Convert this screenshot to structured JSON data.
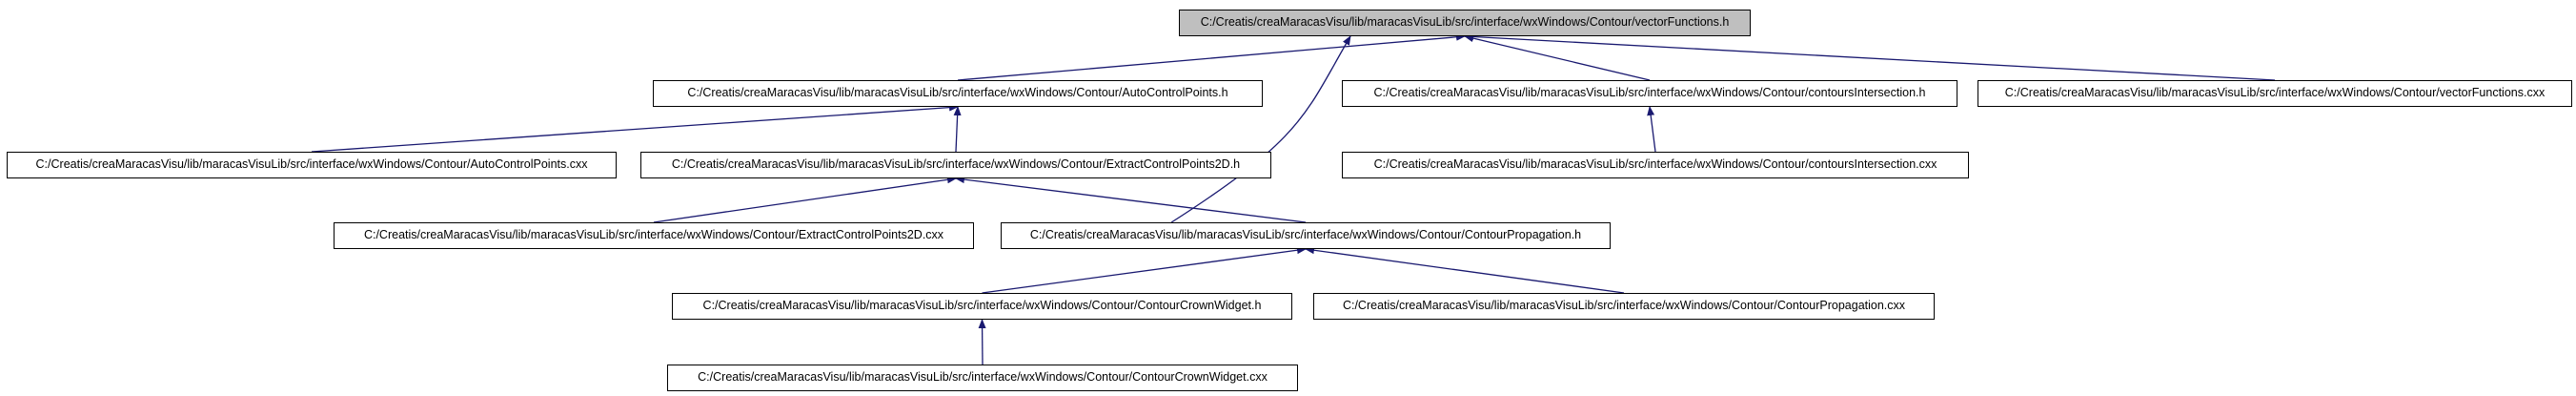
{
  "diagram": {
    "edge_color": "#191970",
    "focus_fill": "#bfbfbf",
    "nodes": {
      "vectorFunctions_h": "C:/Creatis/creaMaracasVisu/lib/maracasVisuLib/src/interface/wxWindows/Contour/vectorFunctions.h",
      "AutoControlPoints_h": "C:/Creatis/creaMaracasVisu/lib/maracasVisuLib/src/interface/wxWindows/Contour/AutoControlPoints.h",
      "contoursIntersection_h": "C:/Creatis/creaMaracasVisu/lib/maracasVisuLib/src/interface/wxWindows/Contour/contoursIntersection.h",
      "vectorFunctions_cxx": "C:/Creatis/creaMaracasVisu/lib/maracasVisuLib/src/interface/wxWindows/Contour/vectorFunctions.cxx",
      "AutoControlPoints_cxx": "C:/Creatis/creaMaracasVisu/lib/maracasVisuLib/src/interface/wxWindows/Contour/AutoControlPoints.cxx",
      "ExtractControlPoints2D_h": "C:/Creatis/creaMaracasVisu/lib/maracasVisuLib/src/interface/wxWindows/Contour/ExtractControlPoints2D.h",
      "contoursIntersection_cxx": "C:/Creatis/creaMaracasVisu/lib/maracasVisuLib/src/interface/wxWindows/Contour/contoursIntersection.cxx",
      "ExtractControlPoints2D_cxx": "C:/Creatis/creaMaracasVisu/lib/maracasVisuLib/src/interface/wxWindows/Contour/ExtractControlPoints2D.cxx",
      "ContourPropagation_h": "C:/Creatis/creaMaracasVisu/lib/maracasVisuLib/src/interface/wxWindows/Contour/ContourPropagation.h",
      "ContourCrownWidget_h": "C:/Creatis/creaMaracasVisu/lib/maracasVisuLib/src/interface/wxWindows/Contour/ContourCrownWidget.h",
      "ContourPropagation_cxx": "C:/Creatis/creaMaracasVisu/lib/maracasVisuLib/src/interface/wxWindows/Contour/ContourPropagation.cxx",
      "ContourCrownWidget_cxx": "C:/Creatis/creaMaracasVisu/lib/maracasVisuLib/src/interface/wxWindows/Contour/ContourCrownWidget.cxx"
    },
    "edges": [
      [
        "AutoControlPoints_h",
        "vectorFunctions_h"
      ],
      [
        "ContourPropagation_h",
        "vectorFunctions_h"
      ],
      [
        "contoursIntersection_h",
        "vectorFunctions_h"
      ],
      [
        "vectorFunctions_cxx",
        "vectorFunctions_h"
      ],
      [
        "AutoControlPoints_cxx",
        "AutoControlPoints_h"
      ],
      [
        "ExtractControlPoints2D_h",
        "AutoControlPoints_h"
      ],
      [
        "contoursIntersection_cxx",
        "contoursIntersection_h"
      ],
      [
        "ExtractControlPoints2D_cxx",
        "ExtractControlPoints2D_h"
      ],
      [
        "ContourPropagation_h",
        "ExtractControlPoints2D_h"
      ],
      [
        "ContourCrownWidget_h",
        "ContourPropagation_h"
      ],
      [
        "ContourPropagation_cxx",
        "ContourPropagation_h"
      ],
      [
        "ContourCrownWidget_cxx",
        "ContourCrownWidget_h"
      ]
    ]
  }
}
